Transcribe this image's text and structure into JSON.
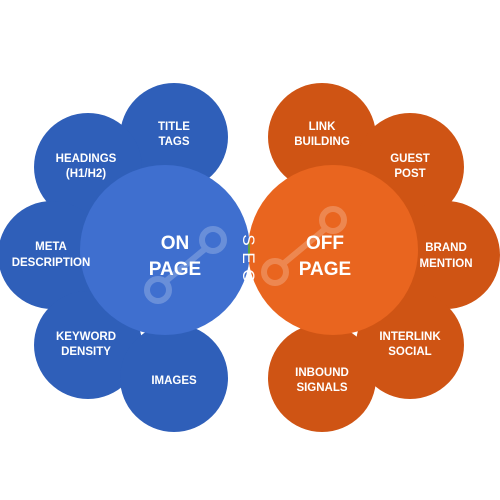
{
  "on_page": {
    "title_line1": "ON",
    "title_line2": "PAGE",
    "petals": [
      {
        "line1": "TITLE",
        "line2": "TAGS"
      },
      {
        "line1": "HEADINGS",
        "line2": "(H1/H2)"
      },
      {
        "line1": "META",
        "line2": "DESCRIPTION"
      },
      {
        "line1": "KEYWORD",
        "line2": "DENSITY"
      },
      {
        "line1": "IMAGES",
        "line2": ""
      }
    ]
  },
  "off_page": {
    "title_line1": "OFF",
    "title_line2": "PAGE",
    "petals": [
      {
        "line1": "LINK",
        "line2": "BUILDING"
      },
      {
        "line1": "GUEST",
        "line2": "POST"
      },
      {
        "line1": "BRAND",
        "line2": "MENTION"
      },
      {
        "line1": "INTERLINK",
        "line2": "SOCIAL"
      },
      {
        "line1": "INBOUND",
        "line2": "SIGNALS"
      }
    ]
  },
  "center": {
    "letters": [
      "S",
      "E",
      "O"
    ]
  },
  "colors": {
    "on_page": "#3f6fcf",
    "on_page_petal": "#2f5fb9",
    "off_page": "#e9651f",
    "off_page_petal": "#cf5414",
    "seo": "#56a63d",
    "text": "#ffffff"
  }
}
